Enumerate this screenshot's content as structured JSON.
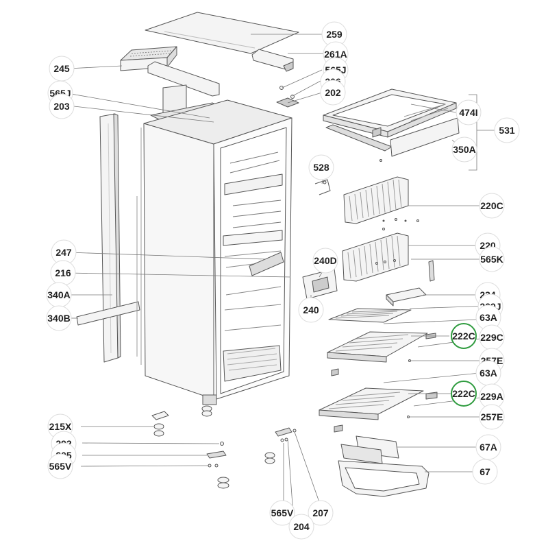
{
  "diagram": {
    "callouts": {
      "c259": "259",
      "c261a": "261A",
      "c245": "245",
      "c565j_top": "565J",
      "c206": "206",
      "c202": "202",
      "c565j_left": "565J",
      "c203": "203",
      "c474i": "474I",
      "c531": "531",
      "c350a": "350A",
      "c528": "528",
      "c220c": "220C",
      "c220": "220",
      "c565k": "565K",
      "c247": "247",
      "c240d": "240D",
      "c216": "216",
      "c340a": "340A",
      "c240": "240",
      "c340b": "340B",
      "c234": "234",
      "c229j": "229J",
      "c63a_top": "63A",
      "c222c_top": "222C",
      "c229c": "229C",
      "c257e_top": "257E",
      "c63a_bottom": "63A",
      "c222c_bottom": "222C",
      "c229a": "229A",
      "c257e_bottom": "257E",
      "c215x": "215X",
      "c292": "292",
      "c205": "205",
      "c565v_left": "565V",
      "c67a": "67A",
      "c67": "67",
      "c565v_bottom": "565V",
      "c207": "207",
      "c204": "204"
    },
    "highlight_color": "#2e9b3e"
  }
}
